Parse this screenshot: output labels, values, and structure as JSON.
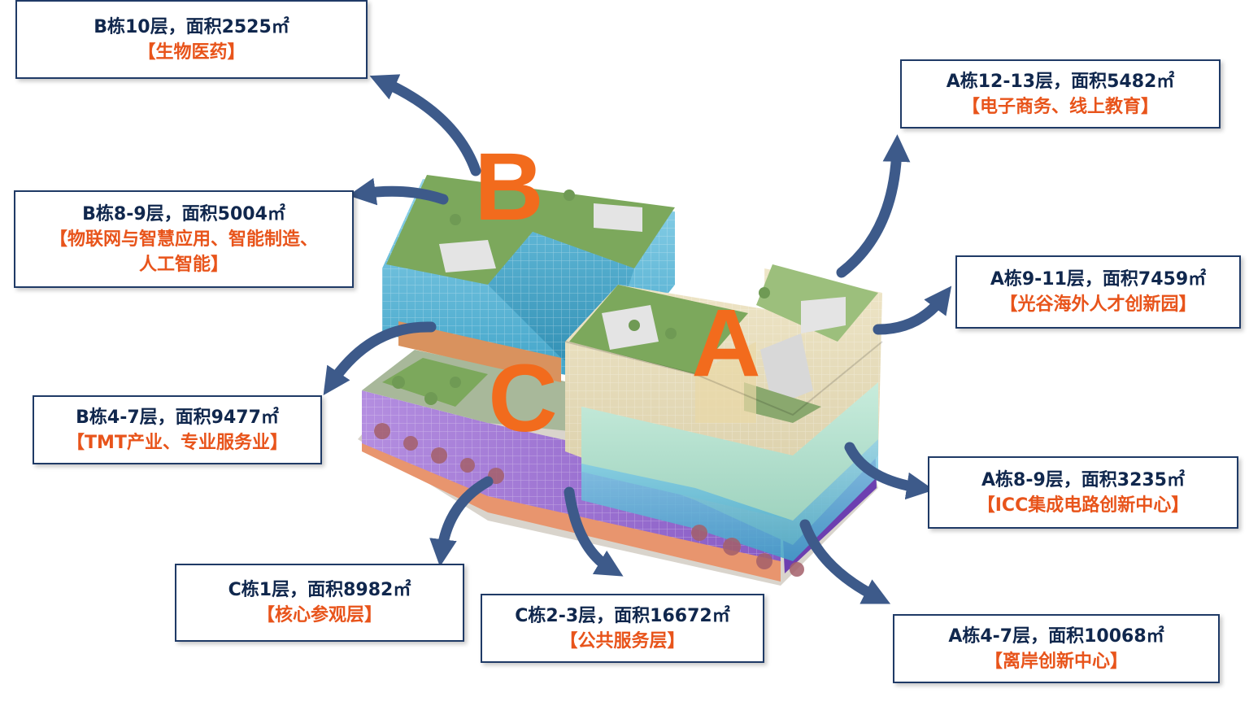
{
  "buildings": {
    "a": "A",
    "b": "B",
    "c": "C"
  },
  "callouts": {
    "b10": {
      "area": "B栋10层，面积2525㎡",
      "use": "【生物医药】"
    },
    "b89": {
      "area": "B栋8-9层，面积5004㎡",
      "use": "【物联网与智慧应用、智能制造、",
      "use2": "人工智能】"
    },
    "b47": {
      "area": "B栋4-7层，面积9477㎡",
      "use": "【TMT产业、专业服务业】"
    },
    "c1": {
      "area": "C栋1层，面积8982㎡",
      "use": "【核心参观层】"
    },
    "c23": {
      "area": "C栋2-3层，面积16672㎡",
      "use": "【公共服务层】"
    },
    "a1213": {
      "area": "A栋12-13层，面积5482㎡",
      "use": "【电子商务、线上教育】"
    },
    "a911": {
      "area": "A栋9-11层，面积7459㎡",
      "use": "【光谷海外人才创新园】"
    },
    "a89": {
      "area": "A栋8-9层，面积3235㎡",
      "use": "【ICC集成电路创新中心】"
    },
    "a47": {
      "area": "A栋4-7层，面积10068㎡",
      "use": "【离岸创新中心】"
    }
  },
  "colors": {
    "arrow": "#3d5a8a",
    "box_border": "#1f3a66",
    "area_text": "#10274d",
    "use_text": "#e8541b",
    "letter": "#f26b1d",
    "glass_blue": "#62bfdc",
    "glass_cream": "#e3d8b8",
    "glass_green": "#b7e0cf",
    "podium_purple": "#9c6fd0",
    "roof_green": "#7ca85c"
  },
  "icons": [
    "curved-arrow-icon"
  ]
}
